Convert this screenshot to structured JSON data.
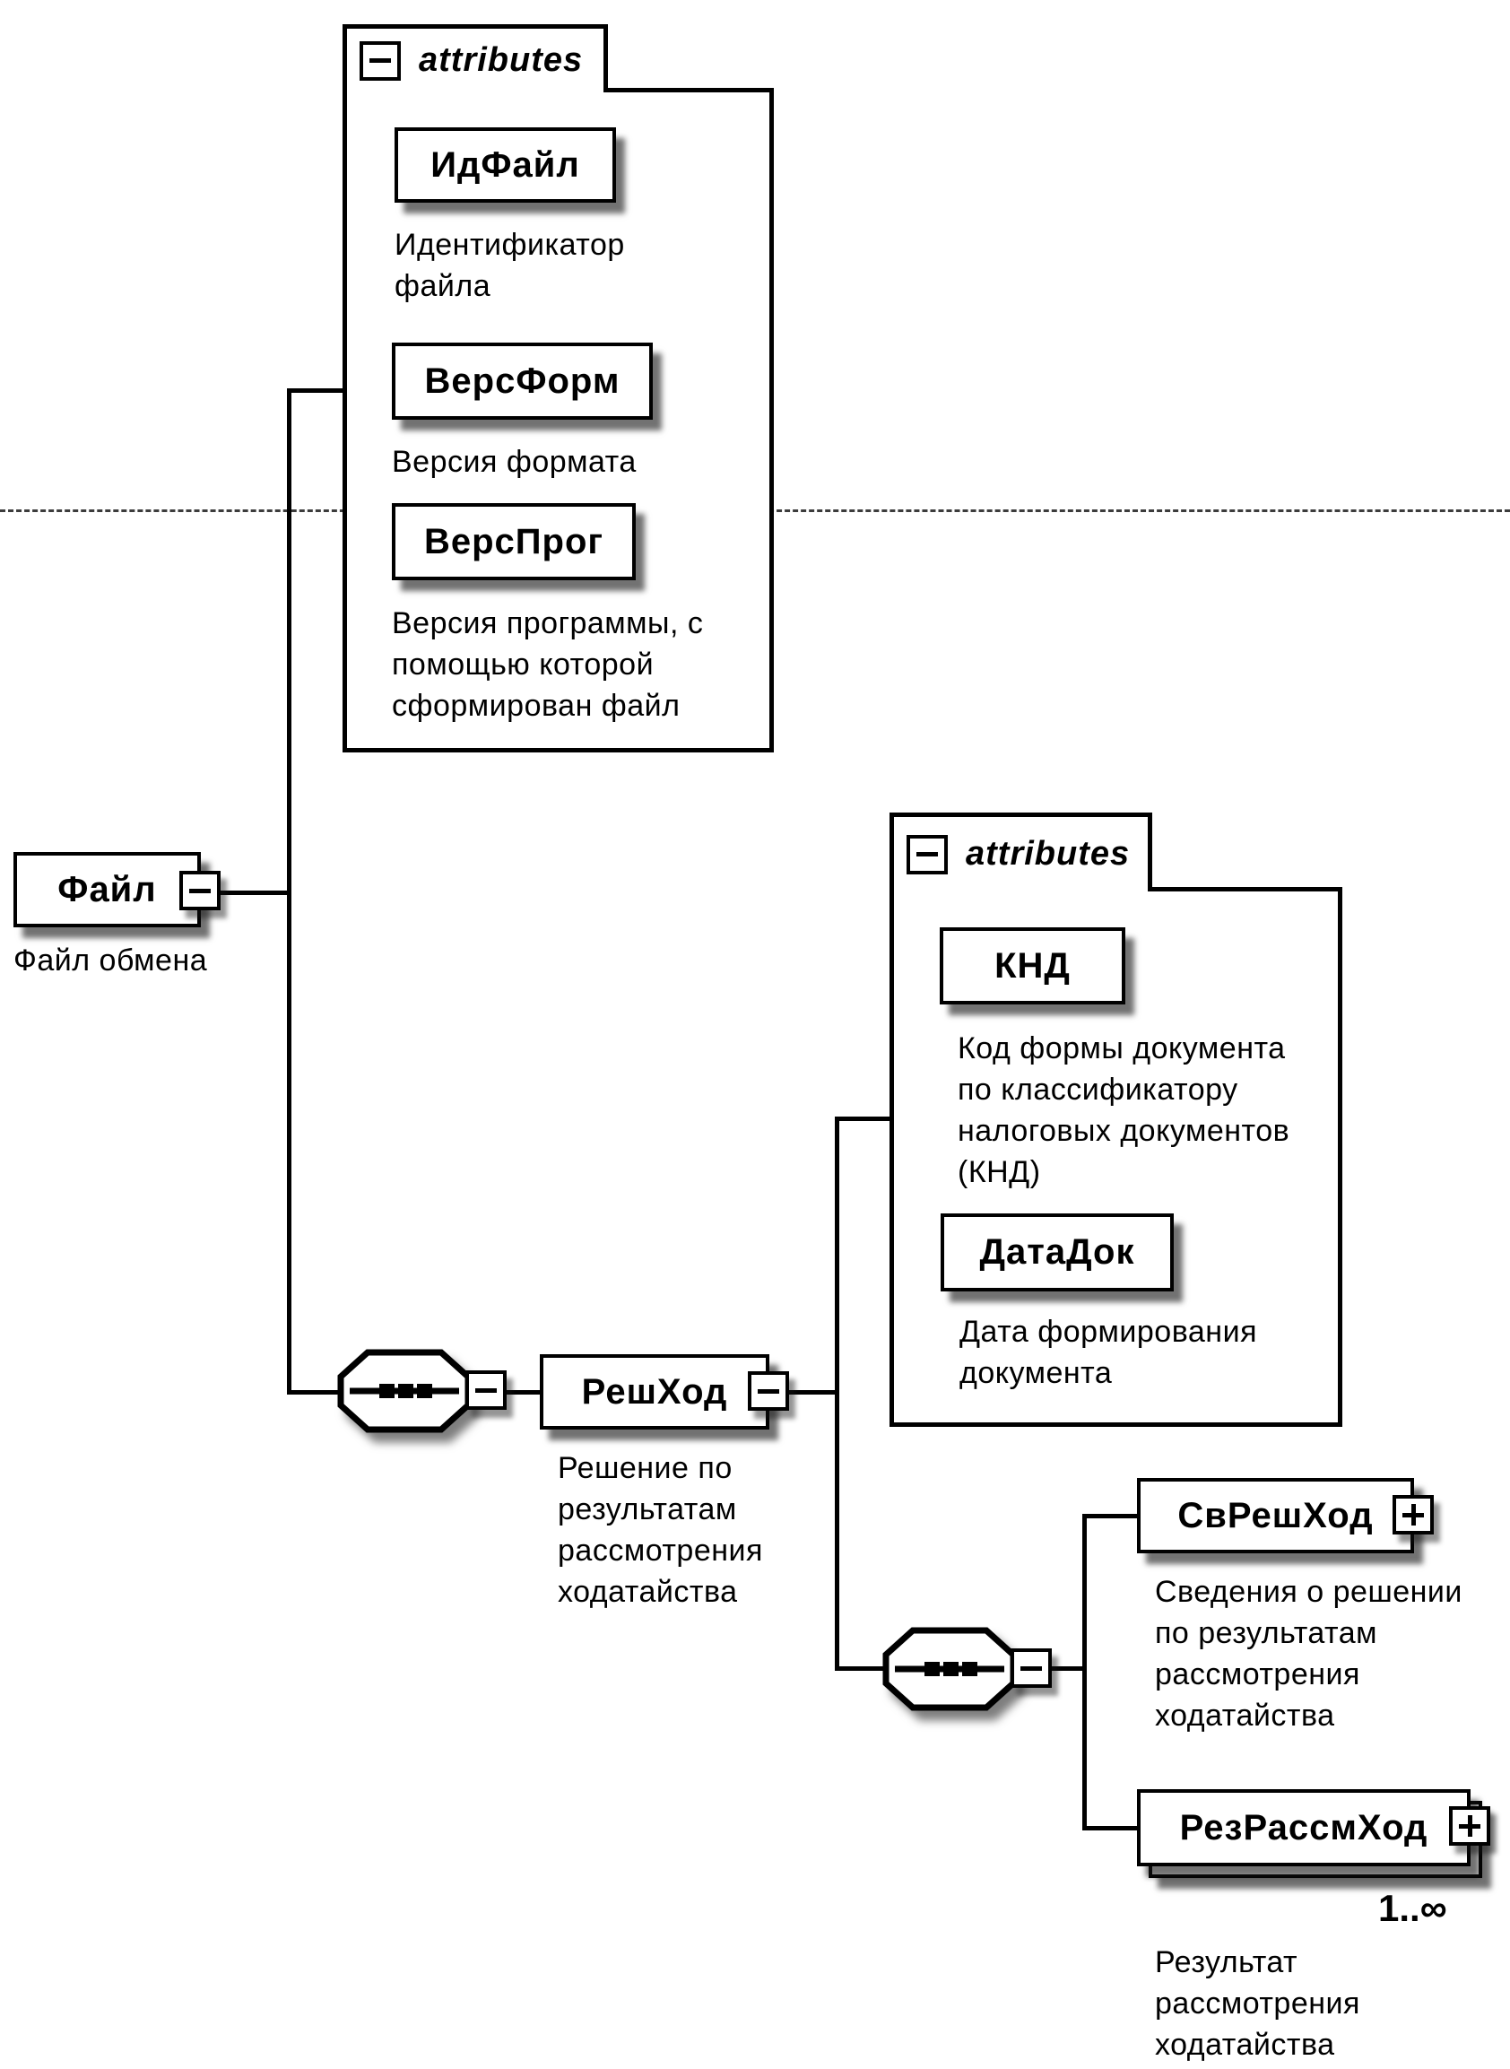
{
  "file": {
    "name": "Файл",
    "annotation": "Файл обмена",
    "attributes_header": "attributes",
    "attributes": [
      {
        "name": "ИдФайл",
        "annotation_lines": [
          "Идентификатор",
          "файла"
        ]
      },
      {
        "name": "ВерсФорм",
        "annotation_lines": [
          "Версия формата"
        ]
      },
      {
        "name": "ВерсПрог",
        "annotation_lines": [
          "Версия программы, с",
          "помощью которой",
          "сформирован файл"
        ]
      }
    ]
  },
  "resh_hod": {
    "name": "РешХод",
    "annotation_lines": [
      "Решение по",
      "результатам",
      "рассмотрения",
      "ходатайства"
    ],
    "attributes_header": "attributes",
    "attributes": [
      {
        "name": "КНД",
        "annotation_lines": [
          "Код формы документа",
          "по классификатору",
          "налоговых документов",
          "(КНД)"
        ]
      },
      {
        "name": "ДатаДок",
        "annotation_lines": [
          "Дата формирования",
          "документа"
        ]
      }
    ],
    "children": [
      {
        "name": "СвРешХод",
        "annotation_lines": [
          "Сведения о решении",
          "по результатам",
          "рассмотрения",
          "ходатайства"
        ]
      },
      {
        "name": "РезРассмХод",
        "occurrence": "1..∞",
        "annotation_lines": [
          "Результат",
          "рассмотрения",
          "ходатайства"
        ]
      }
    ]
  }
}
